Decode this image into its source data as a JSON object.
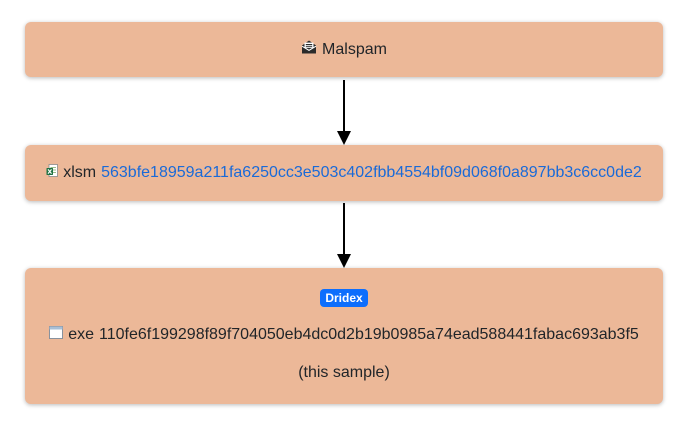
{
  "nodes": {
    "malspam": {
      "icon": "envelope-open-icon",
      "label": "Malspam"
    },
    "xlsm": {
      "icon": "excel-file-icon",
      "type": "xlsm",
      "hash": "563bfe18959a211fa6250cc3e503c402fbb4554bf09d068f0a897bb3c6cc0de2"
    },
    "exe": {
      "badge": "Dridex",
      "icon": "window-app-icon",
      "type": "exe",
      "hash": "110fe6f199298f89f704050eb4dc0d2b19b0985a74ead588441fabac693ab3f5",
      "note": "(this sample)"
    }
  },
  "colors": {
    "node_fill": "#ecb898",
    "link": "#1a6ad8",
    "badge": "#0d6efd",
    "arrow": "#000000"
  }
}
